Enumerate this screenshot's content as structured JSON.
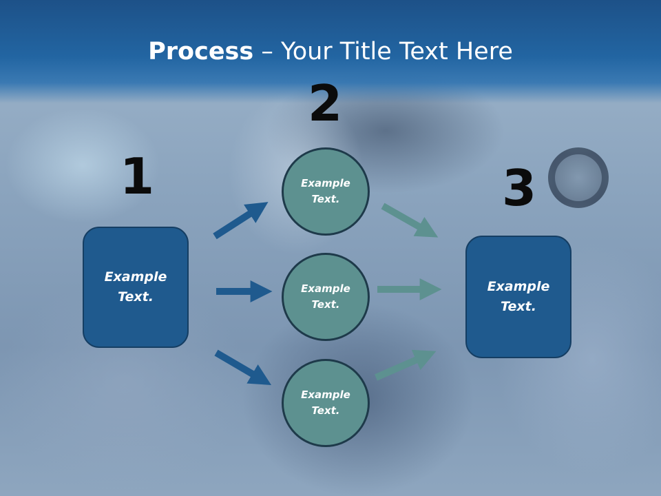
{
  "title": {
    "bold": "Process",
    "rest": " – Your Title Text Here"
  },
  "steps": {
    "one": "1",
    "two": "2",
    "three": "3"
  },
  "boxes": {
    "left": "Example\nText.",
    "right": "Example\nText."
  },
  "circles": [
    "Example\nText.",
    "Example\nText.",
    "Example\nText."
  ],
  "colors": {
    "header": "#2265a2",
    "box_fill": "#1f5a8e",
    "circle_fill": "#5d9190",
    "arrow_left": "#1f5a8e",
    "arrow_right": "#5d9190"
  }
}
